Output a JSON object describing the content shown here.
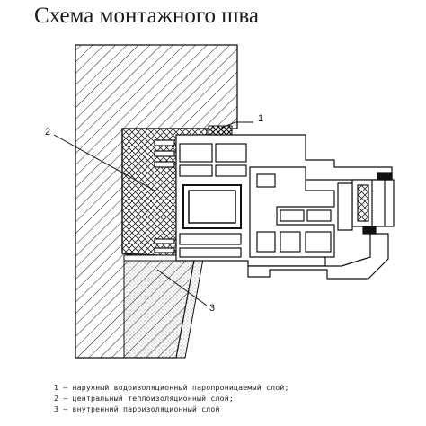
{
  "title": "Схема монтажного шва",
  "callouts": [
    "1",
    "2",
    "3"
  ],
  "legend": [
    "1 — наружный водоизоляционный паропроницаемый слой;",
    "2 — центральный теплоизоляционный слой;",
    "3 — внутренний пароизоляционный слой"
  ],
  "colors": {
    "line": "#111111",
    "hatch": "#222222",
    "dots": "#555555",
    "background": "#ffffff"
  }
}
